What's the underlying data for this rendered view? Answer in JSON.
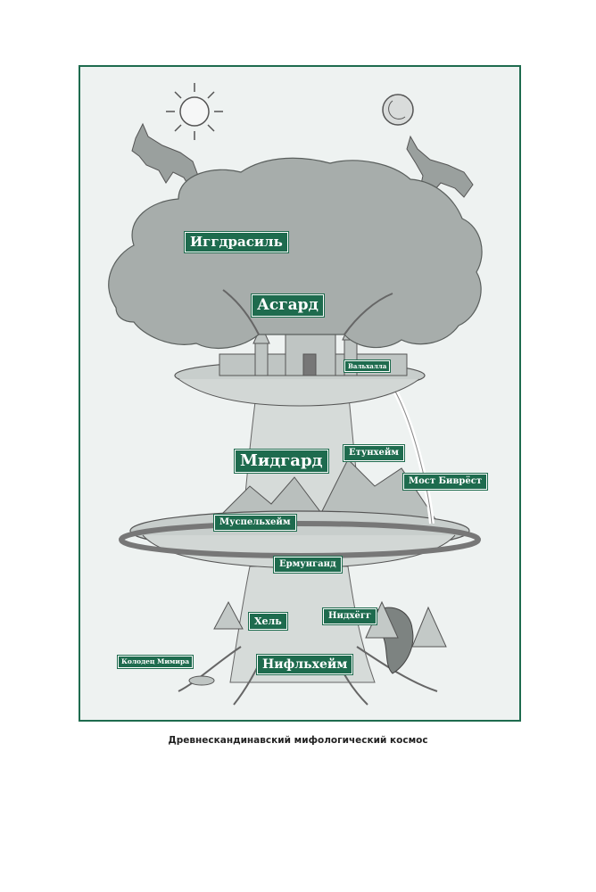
{
  "labels": {
    "yggdrasil": "Иггдрасиль",
    "asgard": "Асгард",
    "valhalla": "Вальхалла",
    "midgard": "Мидгард",
    "jotunheim": "Етунхейм",
    "bifrost": "Мост Биврёст",
    "muspelheim": "Муспельхейм",
    "jormungand": "Ермунганд",
    "hel": "Хель",
    "nidhogg": "Нидхёгг",
    "niflheim": "Нифльхейм",
    "mimir_well": "Колодец Мимира"
  },
  "caption": "Древнескандинавский мифологический космос",
  "colors": {
    "accent": "#1e6b4e",
    "background": "#eef2f1"
  }
}
